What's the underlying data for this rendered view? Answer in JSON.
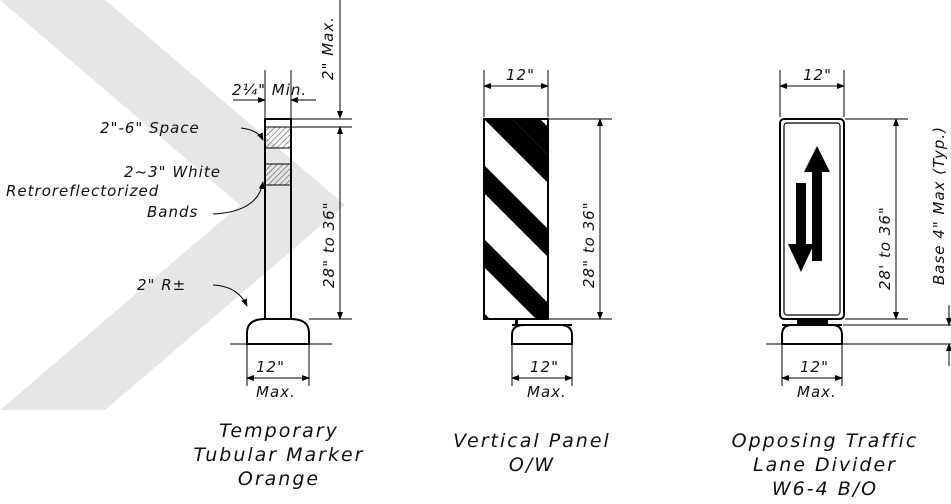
{
  "tubular": {
    "dim_top_width": "2¼\" Min.",
    "dim_top_offset": "2\" Max.",
    "space_label": "2\"-6\" Space",
    "bands_line1": "2~3\" White",
    "bands_line2": "Retroreflectorized",
    "bands_line3": "Bands",
    "height": "28\" to 36\"",
    "radius": "2\" R±",
    "base_width": "12\"",
    "base_max": "Max.",
    "caption_line1": "Temporary",
    "caption_line2": "Tubular Marker",
    "caption_line3": "Orange"
  },
  "vertical_panel": {
    "width": "12\"",
    "height": "28\" to 36\"",
    "base_width": "12\"",
    "base_max": "Max.",
    "caption_line1": "Vertical Panel",
    "caption_line2": "O/W"
  },
  "divider": {
    "width": "12\"",
    "height": "28' to 36\"",
    "base_note": "Base 4\" Max (Typ.)",
    "base_width": "12\"",
    "base_max": "Max.",
    "caption_line1": "Opposing Traffic",
    "caption_line2": "Lane Divider",
    "caption_line3": "W6-4 B/O"
  },
  "colors": {
    "line": "#000000",
    "watermark": "#e6e6e6",
    "band_hatch": "#555555"
  }
}
